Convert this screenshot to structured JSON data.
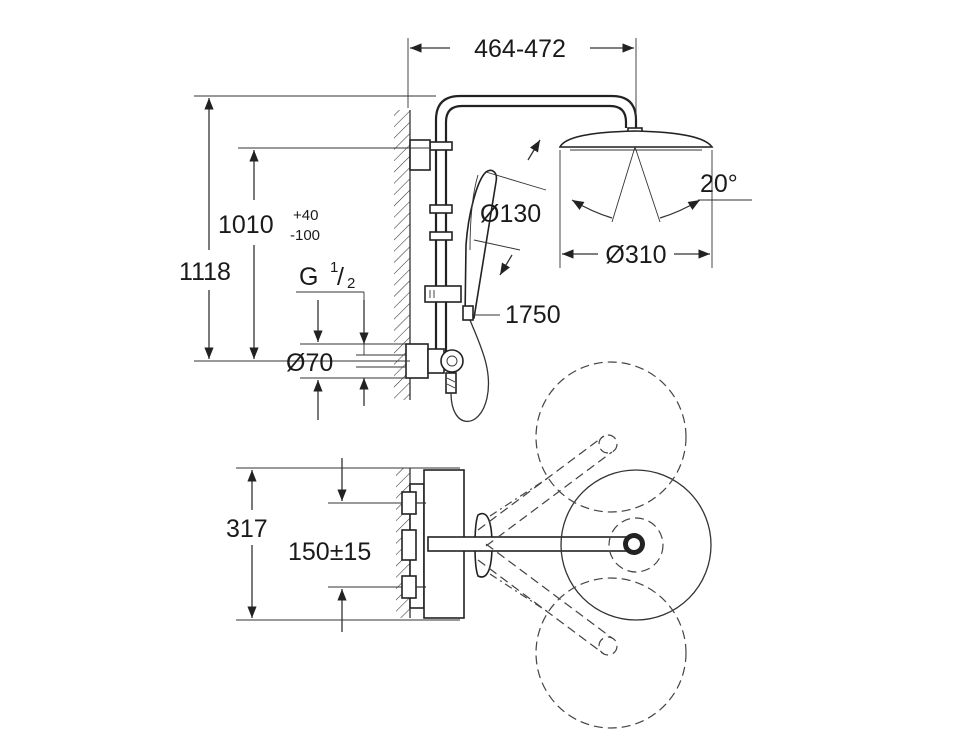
{
  "dimensions": {
    "head_reach": "464-472",
    "total_height": "1118",
    "outlet_height": "1010",
    "outlet_tol_plus": "+40",
    "outlet_tol_minus": "-100",
    "thread": "G",
    "thread_num": "1",
    "thread_den": "2",
    "flange_diameter": "Ø70",
    "hand_shower_diameter": "Ø130",
    "head_shower_diameter": "Ø310",
    "tilt_angle": "20°",
    "hose_length": "1750",
    "plan_depth": "317",
    "centre_distance": "150±15"
  }
}
